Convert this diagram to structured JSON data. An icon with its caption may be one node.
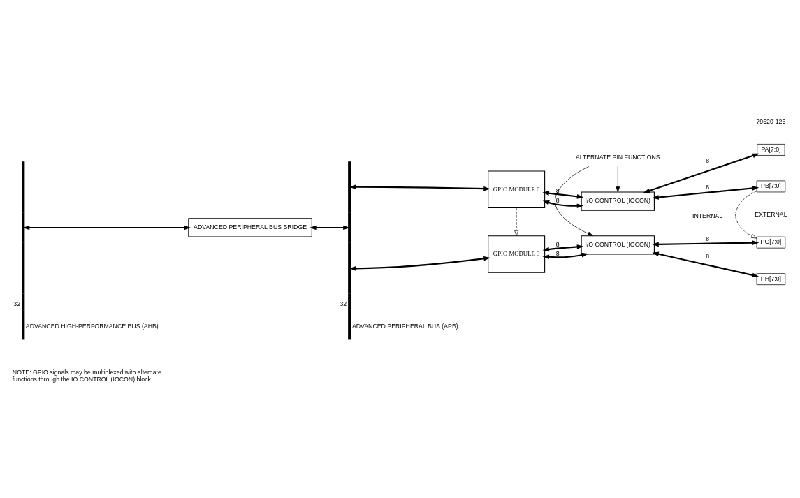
{
  "diagram": {
    "nodes": [
      {
        "text": [
          "ADVANCED HIGH-PERFORMANCE BUS (AHB)"
        ],
        "beside": [
          "32"
        ]
      },
      {
        "text": [
          "ADVANCED PERIPHERAL BUS (APB)"
        ],
        "beside": [
          "32"
        ]
      },
      {
        "text": [
          "ADVANCED PERIPHERAL BUS BRIDGE"
        ]
      },
      {
        "text": [
          "GPIO MODULE 0"
        ]
      },
      {
        "text": [
          "I/O CONTROL (IOCON)"
        ]
      },
      {
        "text": [
          "PA[7:0]"
        ]
      },
      {
        "text": [
          "PB[7:0]"
        ]
      },
      {
        "text": [
          "GPIO MODULE 3"
        ]
      },
      {
        "text": [
          "I/O CONTROL (IOCON)"
        ]
      },
      {
        "text": [
          "PG[7:0]"
        ]
      },
      {
        "text": [
          "PH[7:0]"
        ]
      },
      {
        "text": [
          "ALTERNATE PIN FUNCTIONS"
        ]
      }
    ],
    "edges": [
      {
        "from": 0,
        "to": 2,
        "arrow": "both"
      },
      {
        "from": 2,
        "to": 1,
        "arrow": "both"
      },
      {
        "from": 1,
        "to": 3,
        "arrow": "both"
      },
      {
        "from": 1,
        "to": 7,
        "arrow": "both"
      },
      {
        "from": 3,
        "to": 4,
        "arrow": "both",
        "label": "8"
      },
      {
        "from": 3,
        "to": 4,
        "arrow": "both",
        "label": "8"
      },
      {
        "from": 4,
        "to": 5,
        "arrow": "both",
        "label": "8"
      },
      {
        "from": 4,
        "to": 6,
        "arrow": "both",
        "label": "8"
      },
      {
        "from": 7,
        "to": 8,
        "arrow": "both",
        "label": "8"
      },
      {
        "from": 7,
        "to": 8,
        "arrow": "both",
        "label": "8"
      },
      {
        "from": 8,
        "to": 9,
        "arrow": "both",
        "label": "8"
      },
      {
        "from": 8,
        "to": 10,
        "arrow": "both",
        "label": "8"
      },
      {
        "from": 11,
        "to": 4,
        "arrow": "to"
      },
      {
        "from": 11,
        "to": 8,
        "arrow": "to"
      },
      {
        "from": 3,
        "to": 7,
        "arrow": "to",
        "style": "dashed"
      },
      {
        "from": 6,
        "to": 9,
        "arrow": "to",
        "style": "dashed"
      }
    ],
    "labels": [
      "INTERNAL",
      "EXTERNAL",
      "NOTE: GPIO signals may be multiplexed with alternate functions through the IO CONTROL (IOCON) block.",
      "79520-125"
    ]
  }
}
